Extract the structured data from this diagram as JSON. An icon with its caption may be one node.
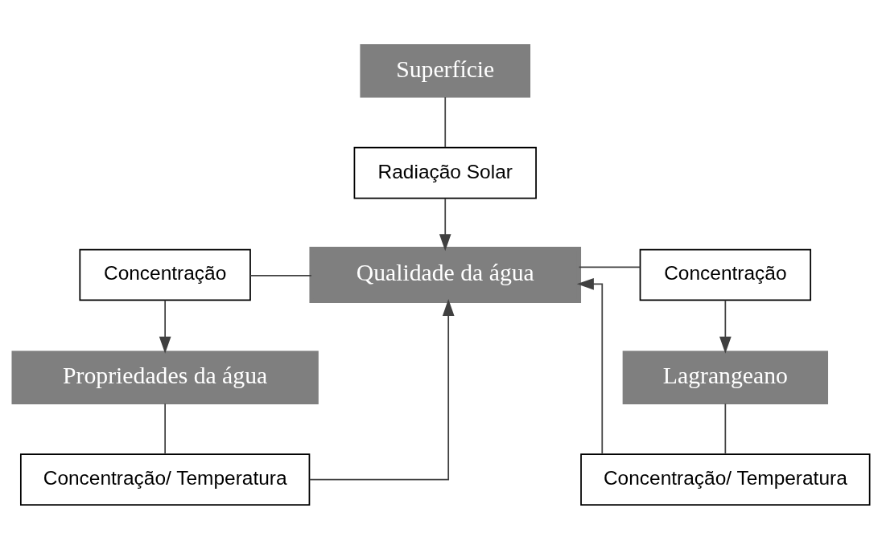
{
  "diagram": {
    "nodes": [
      {
        "text": [
          "Superfície"
        ]
      },
      {
        "text": [
          "Radiação Solar"
        ]
      },
      {
        "text": [
          "Qualidade da água"
        ]
      },
      {
        "text": [
          "Concentração"
        ]
      },
      {
        "text": [
          "Concentração"
        ]
      },
      {
        "text": [
          "Propriedades da água"
        ]
      },
      {
        "text": [
          "Lagrangeano"
        ]
      },
      {
        "text": [
          "Concentração/ Temperatura"
        ]
      },
      {
        "text": [
          "Concentração/ Temperatura"
        ]
      }
    ],
    "edges": [
      {
        "from": 0,
        "to": 1,
        "arrow": "none"
      },
      {
        "from": 1,
        "to": 2,
        "arrow": "to"
      },
      {
        "from": 3,
        "to": 2,
        "arrow": "none"
      },
      {
        "from": 2,
        "to": 4,
        "arrow": "none"
      },
      {
        "from": 3,
        "to": 5,
        "arrow": "to"
      },
      {
        "from": 4,
        "to": 6,
        "arrow": "to"
      },
      {
        "from": 5,
        "to": 7,
        "arrow": "none"
      },
      {
        "from": 6,
        "to": 8,
        "arrow": "none"
      },
      {
        "from": 7,
        "to": 2,
        "arrow": "to"
      },
      {
        "from": 8,
        "to": 2,
        "arrow": "to"
      }
    ]
  }
}
